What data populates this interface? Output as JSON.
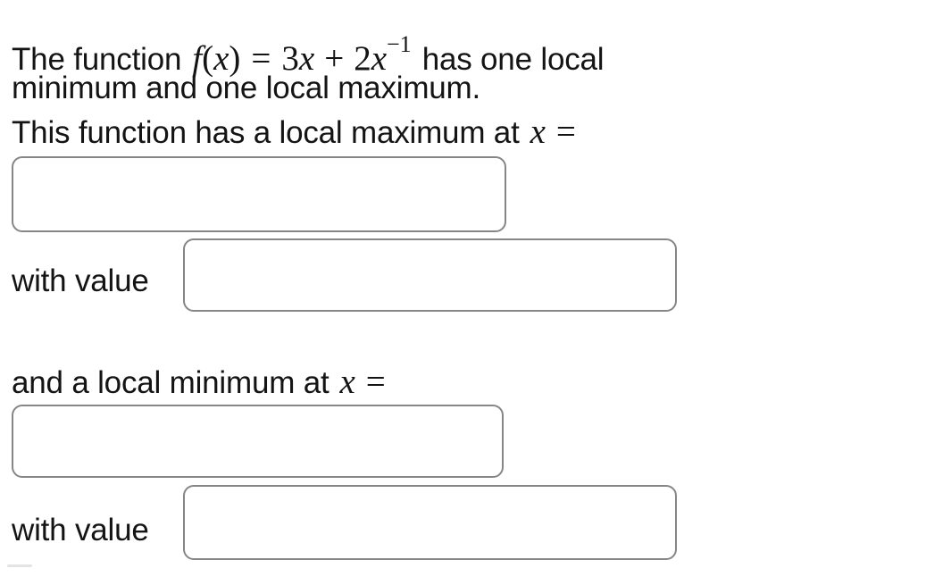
{
  "page": {
    "background": "#ffffff",
    "text_color": "#141414",
    "input_border_color": "#868686"
  },
  "problem": {
    "line1_prefix": "The function",
    "formula": {
      "f": "f",
      "open_paren": "(",
      "x_arg": "x",
      "close_paren": ")",
      "equals": "=",
      "coeff1": "3",
      "x1": "x",
      "plus": "+",
      "coeff2": "2",
      "x2": "x",
      "exponent": "−1"
    },
    "line1_suffix": "has one local",
    "line2": "minimum and one local maximum.",
    "local_max_prompt": "This function has a local maximum at",
    "local_min_prompt": "and a local minimum at",
    "math_x": "x",
    "math_equals": "=",
    "with_value_label": "with value"
  },
  "inputs": {
    "local_max_x": {
      "value": ""
    },
    "local_max_value": {
      "value": ""
    },
    "local_min_x": {
      "value": ""
    },
    "local_min_value": {
      "value": ""
    }
  }
}
